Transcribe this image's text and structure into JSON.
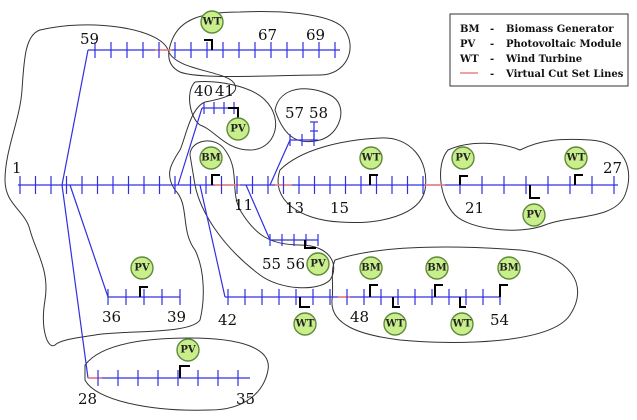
{
  "legend": {
    "items": [
      {
        "code": "BM",
        "sep": "-",
        "desc": "Biomass Generator"
      },
      {
        "code": "PV",
        "sep": "-",
        "desc": "Photovoltaic Module"
      },
      {
        "code": "WT",
        "sep": "-",
        "desc": "Wind Turbine"
      },
      {
        "code": "",
        "sep": "-",
        "desc": "Virtual Cut Set Lines"
      }
    ]
  },
  "buses": [
    "1",
    "59",
    "67",
    "69",
    "40",
    "41",
    "57",
    "58",
    "11",
    "13",
    "15",
    "21",
    "27",
    "55",
    "56",
    "36",
    "39",
    "42",
    "48",
    "54",
    "28",
    "35"
  ],
  "generators": [
    "WT",
    "PV",
    "BM",
    "WT",
    "PV",
    "WT",
    "PV",
    "PV",
    "BM",
    "BM",
    "BM",
    "WT",
    "WT",
    "WT",
    "PV"
  ]
}
